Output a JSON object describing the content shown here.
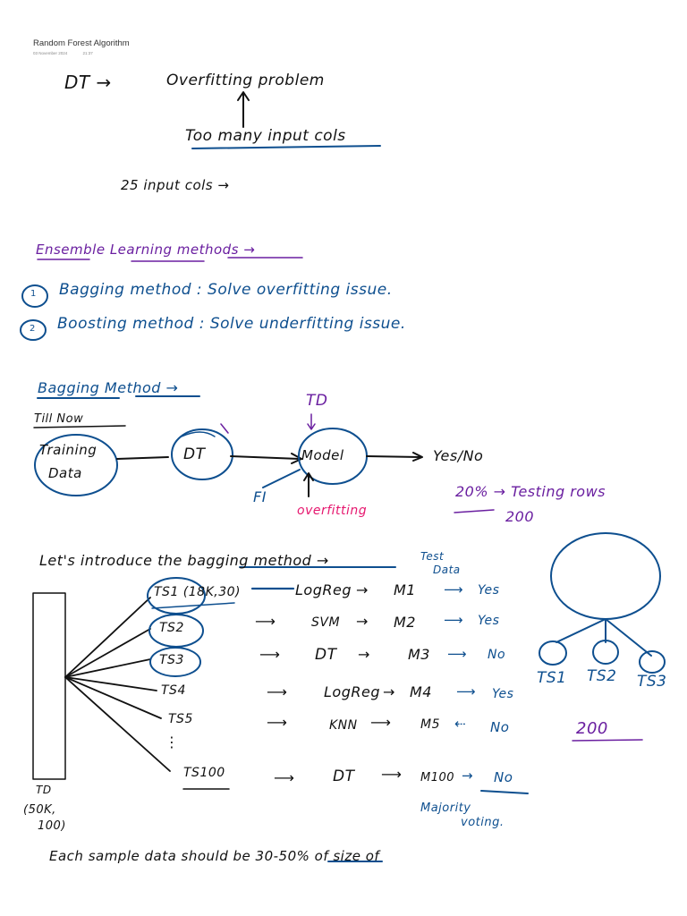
{
  "page": {
    "title": "Random Forest Algorithm",
    "date": "03 November 2024",
    "time": "21:37"
  },
  "colors": {
    "ink_black": "#111111",
    "ink_blue": "#0e4f8f",
    "ink_purple": "#6a1fa0",
    "ink_pink": "#e6186f"
  },
  "intro": {
    "dt": "DT →",
    "problem": "Overfitting problem",
    "cause": "Too many input cols",
    "example": "25 input cols   →"
  },
  "ensemble": {
    "heading": "Ensemble Learning methods →",
    "items": [
      {
        "num": "1",
        "text": "Bagging method :  Solve overfitting issue."
      },
      {
        "num": "2",
        "text": "Boosting method :  Solve underfitting issue."
      }
    ]
  },
  "bagging_intro": {
    "heading": "Bagging Method →",
    "subheading": "Till Now",
    "training_data": [
      "Training",
      "Data"
    ],
    "dt": "DT",
    "model": "Model",
    "output": "Yes/No",
    "td_label": "TD",
    "fi_label": "FI",
    "overfitting_label": "overfitting",
    "testing_note": "20% → Testing rows",
    "testing_count": "200"
  },
  "bagging_diagram": {
    "intro": "Let's introduce the bagging method →",
    "test_data": [
      "Test",
      "Data"
    ],
    "rows": [
      {
        "sample": "TS1 (18K,30)",
        "algo": "LogReg",
        "model": "M1",
        "result": "Yes"
      },
      {
        "sample": "TS2",
        "algo": "SVM",
        "model": "M2",
        "result": "Yes"
      },
      {
        "sample": "TS3",
        "algo": "DT",
        "model": "M3",
        "result": "No"
      },
      {
        "sample": "TS4",
        "algo": "LogReg",
        "model": "M4",
        "result": "Yes"
      },
      {
        "sample": "TS5",
        "algo": "KNN",
        "model": "M5",
        "result": "No"
      },
      {
        "sample": "TS100",
        "algo": "DT",
        "model": "M100",
        "result": "No"
      }
    ],
    "ellipsis": "⋮",
    "td_label": "TD",
    "td_shape": [
      "(50K,",
      "100)"
    ],
    "majority": [
      "Majority",
      "voting."
    ],
    "tree_leaves": [
      "TS1",
      "TS2",
      "TS3"
    ],
    "tree_count": "200"
  },
  "footer_note": "Each sample data should be 30-50% of size of"
}
